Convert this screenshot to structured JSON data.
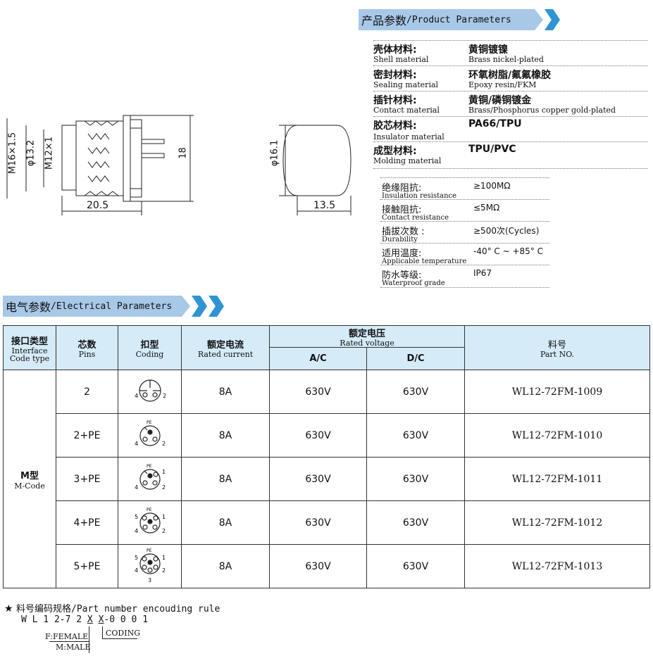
{
  "drawing": {
    "front_dims": [
      "M16×1.5",
      "φ13.2",
      "M12×1",
      "18",
      "20.5"
    ],
    "side_dims": [
      "φ16.1",
      "13.5"
    ]
  },
  "product_params": {
    "title_cn": "产品参数",
    "title_en": "/Product Parameters",
    "items": [
      {
        "k_cn": "壳体材料:",
        "k_en": "Shell material",
        "v_cn": "黄铜镀镍",
        "v_en": "Brass nickel-plated"
      },
      {
        "k_cn": "密封材料:",
        "k_en": "Sealing material",
        "v_cn": "环氧树脂/氟氟橡胶",
        "v_en": "Epoxy resin/FKM"
      },
      {
        "k_cn": "插针材料:",
        "k_en": "Contact material",
        "v_cn": "黄铜/磷铜镀金",
        "v_en": "Brass/Phosphorus copper gold-plated"
      },
      {
        "k_cn": "胶芯材料:",
        "k_en": "Insulator material",
        "v_cn": "PA66/TPU",
        "v_en": ""
      },
      {
        "k_cn": "成型材料:",
        "k_en": "Molding material",
        "v_cn": "TPU/PVC",
        "v_en": ""
      }
    ],
    "electrical": [
      {
        "k_cn": "绝缘阻抗:",
        "k_en": "Insulation resistance",
        "v": "≥100MΩ"
      },
      {
        "k_cn": "接触阻抗:",
        "k_en": "Contact resistance",
        "v": "≤5MΩ"
      },
      {
        "k_cn": "插拔次数 :",
        "k_en": "Durability",
        "v": "≥500次(Cycles)"
      },
      {
        "k_cn": "适用温度:",
        "k_en": "Applicable temperature",
        "v": "-40° C ~ +85° C"
      },
      {
        "k_cn": "防水等级:",
        "k_en": "Waterproof grade",
        "v": "IP67"
      }
    ]
  },
  "electrical_params": {
    "title_cn": "电气参数",
    "title_en": "/Electrical Parameters",
    "headers": {
      "code_cn": "接口类型",
      "code_en1": "Interface",
      "code_en2": "Code  type",
      "pins_cn": "芯数",
      "pins_en": "Pins",
      "coding_cn": "扣型",
      "coding_en": "Coding",
      "current_cn": "额定电流",
      "current_en": "Rated current",
      "voltage_cn": "额定电压",
      "voltage_en": "Rated voltage",
      "ac": "A/C",
      "dc": "D/C",
      "part_cn": "料号",
      "part_en": "Part NO."
    },
    "code_type_cn": "M型",
    "code_type_en": "M-Code",
    "rows": [
      {
        "pins": "2",
        "current": "8A",
        "ac": "630V",
        "dc": "630V",
        "part": "WL12-72FM-1009",
        "labels": [
          "4",
          "2"
        ]
      },
      {
        "pins": "2+PE",
        "current": "8A",
        "ac": "630V",
        "dc": "630V",
        "part": "WL12-72FM-1010",
        "labels": [
          "PE",
          "4",
          "2"
        ]
      },
      {
        "pins": "3+PE",
        "current": "8A",
        "ac": "630V",
        "dc": "630V",
        "part": "WL12-72FM-1011",
        "labels": [
          "PE",
          "1",
          "4",
          "2"
        ]
      },
      {
        "pins": "4+PE",
        "current": "8A",
        "ac": "630V",
        "dc": "630V",
        "part": "WL12-72FM-1012",
        "labels": [
          "PE",
          "5",
          "1",
          "4",
          "2"
        ]
      },
      {
        "pins": "5+PE",
        "current": "8A",
        "ac": "630V",
        "dc": "630V",
        "part": "WL12-72FM-1013",
        "labels": [
          "PE",
          "5",
          "1",
          "4",
          "2",
          "3"
        ]
      }
    ]
  },
  "rule": {
    "star": "★",
    "title": "料号编码规格/Part number encouding rule",
    "code_a": "W L 1 2-7 2 ",
    "code_x1": "X",
    "code_x2": "X",
    "code_b": "-0 0 0 1",
    "female": "F:FEMALE",
    "male": "M:MALE",
    "coding": "CODING"
  }
}
